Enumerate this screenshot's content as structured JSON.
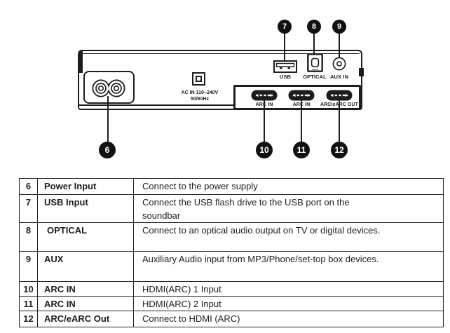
{
  "colors": {
    "ink": "#1d1d1d",
    "paper": "#ffffff"
  },
  "diagram": {
    "callouts": {
      "n6": "6",
      "n7": "7",
      "n8": "8",
      "n9": "9",
      "n10": "10",
      "n11": "11",
      "n12": "12"
    },
    "port_labels": {
      "usb": "USB",
      "optical": "OPTICAL",
      "aux": "AUX IN",
      "ac_line1": "AC IN 110~240V",
      "ac_line2": "50/60Hz",
      "hdmi1": "ARC IN",
      "hdmi2": "ARC IN",
      "hdmi3": "ARC/eARC OUT"
    }
  },
  "table": {
    "rows": [
      {
        "num": "6",
        "name": "Power Input",
        "desc": "Connect to the power supply"
      },
      {
        "num": "7",
        "name": "USB Input",
        "desc": "Connect the USB flash drive to the USB port on the soundbar"
      },
      {
        "num": "8",
        "name": "OPTICAL",
        "desc": "Connect to an optical audio output on TV or digital devices."
      },
      {
        "num": "9",
        "name": "AUX",
        "desc": "Auxiliary Audio input from MP3/Phone/set-top box devices."
      },
      {
        "num": "10",
        "name": "ARC IN",
        "desc": "HDMI(ARC) 1 Input"
      },
      {
        "num": "11",
        "name": "ARC IN",
        "desc": "HDMI(ARC) 2 Input"
      },
      {
        "num": "12",
        "name": "ARC/eARC Out",
        "desc": "Connect to HDMI (ARC)"
      }
    ]
  }
}
